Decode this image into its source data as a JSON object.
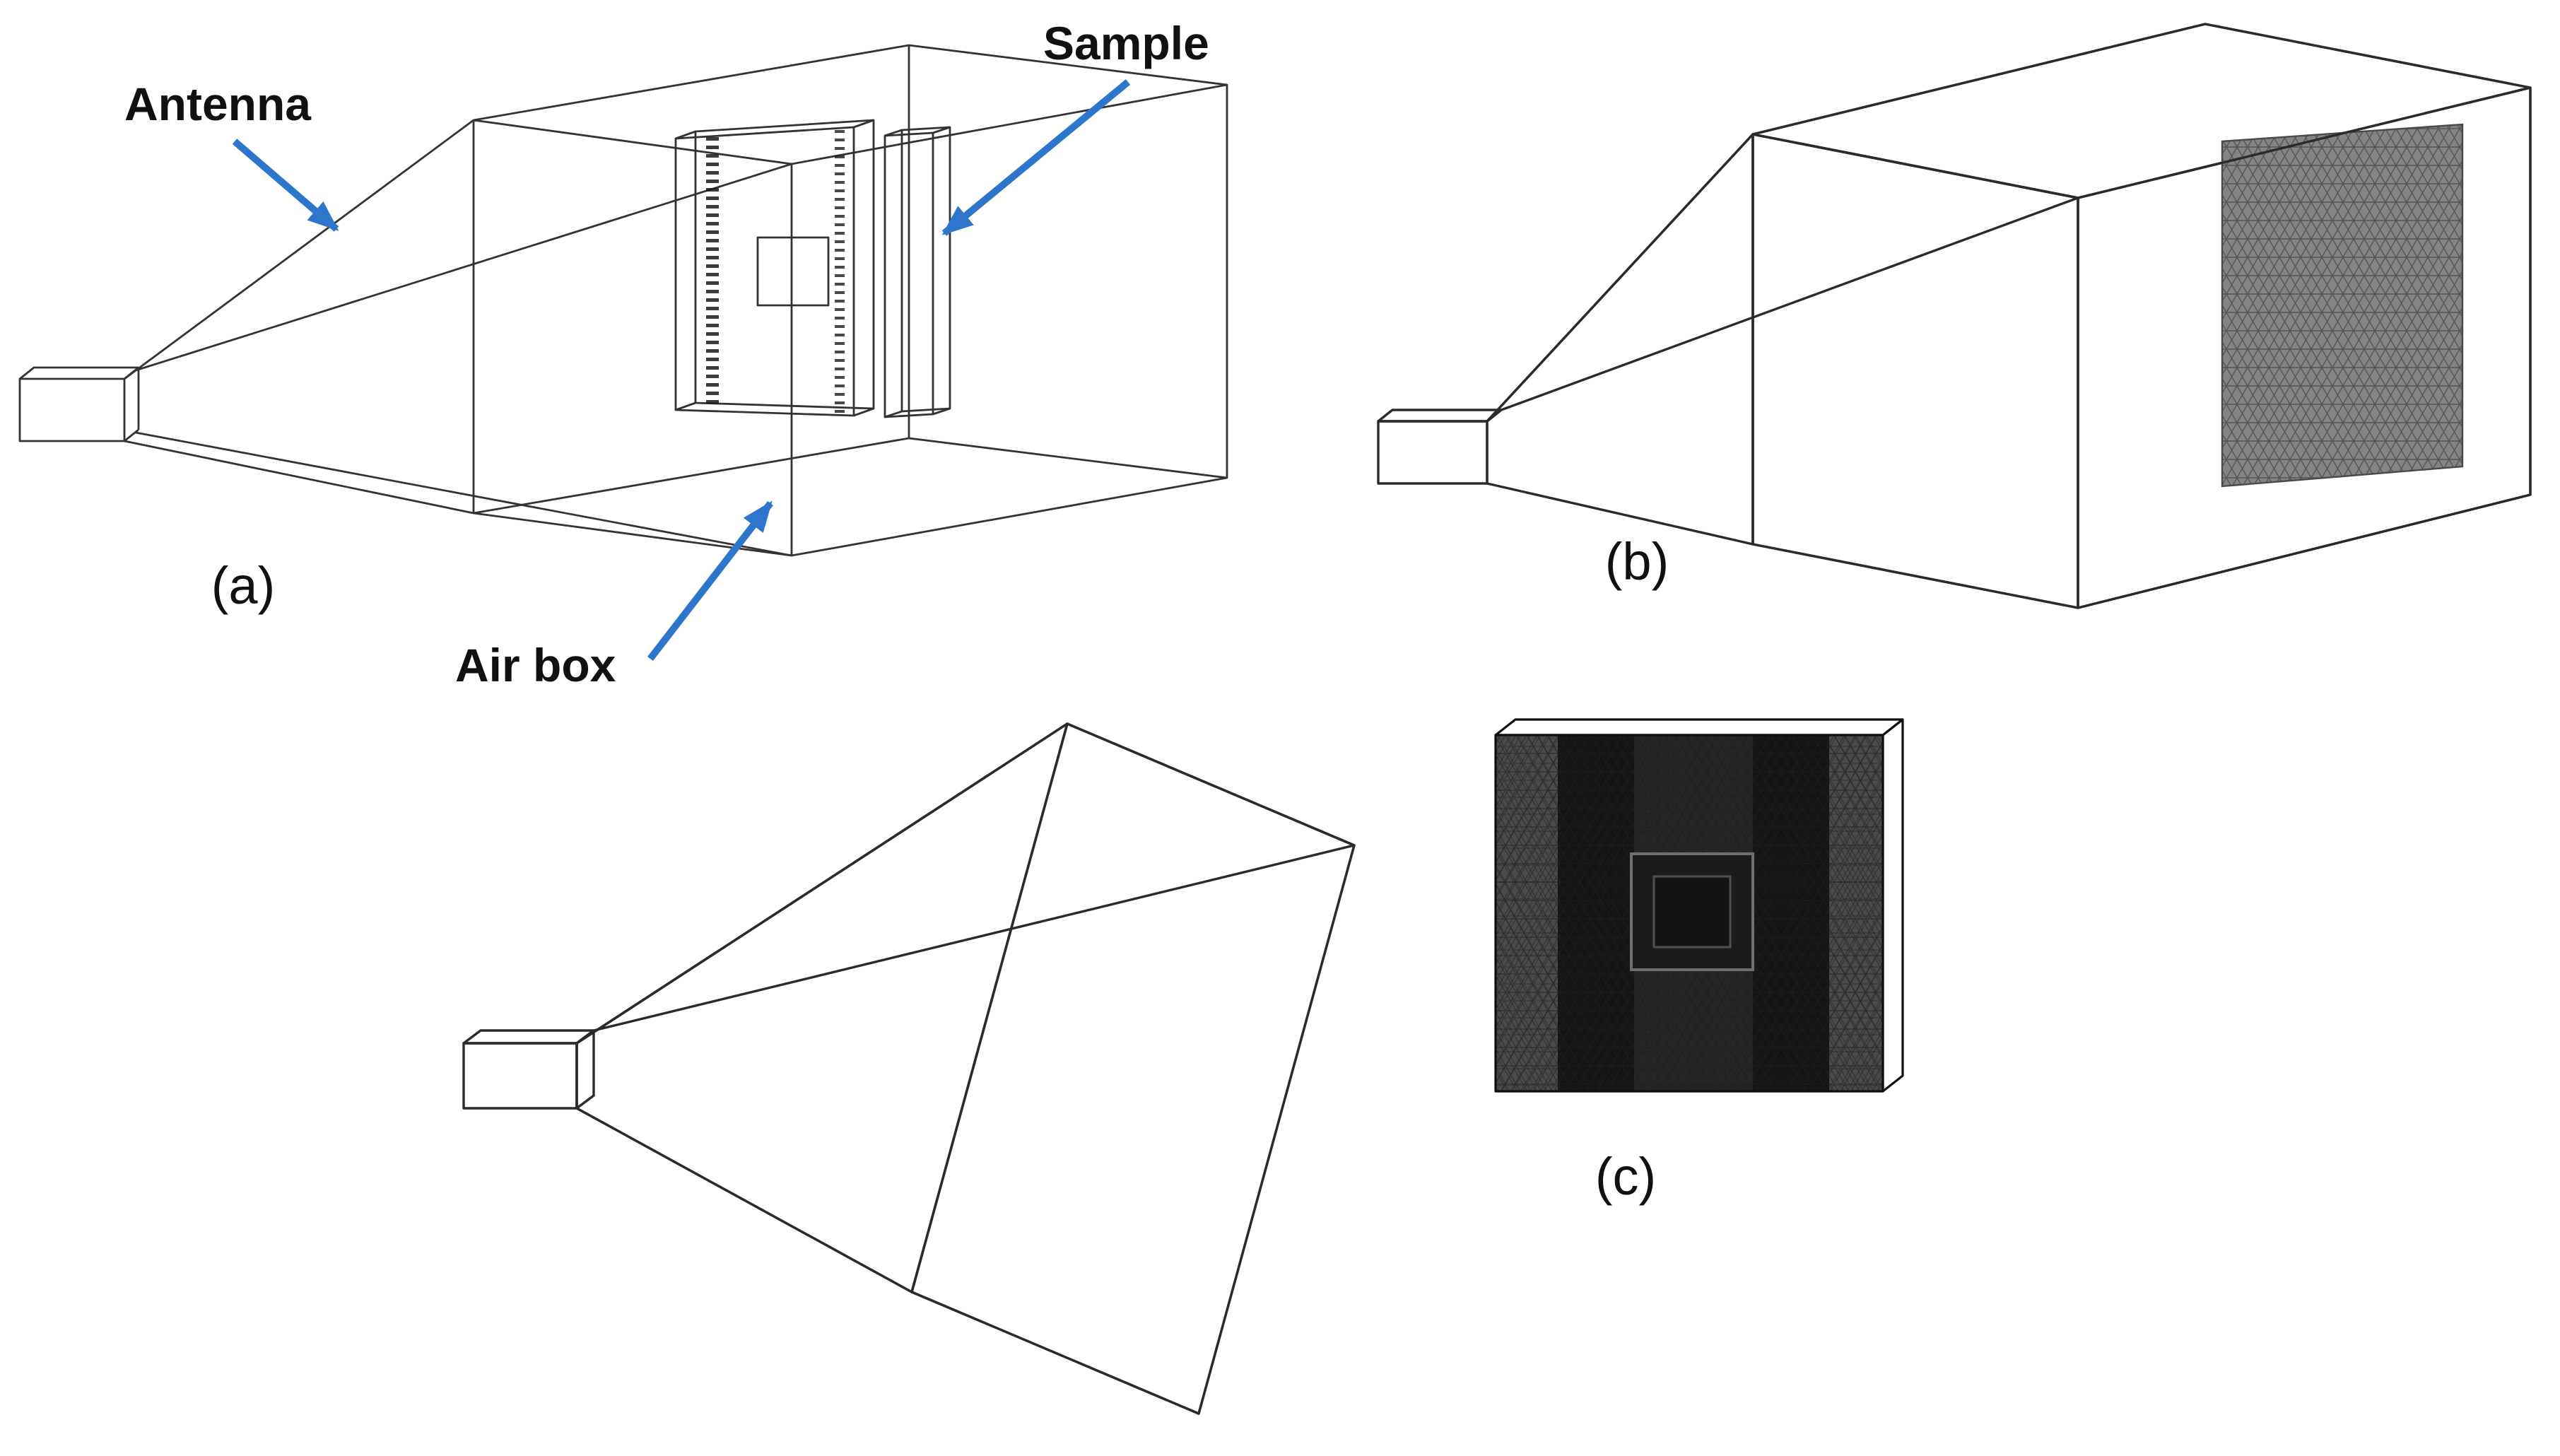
{
  "figure": {
    "background": "#ffffff",
    "labels": {
      "antenna": "Antenna",
      "sample": "Sample",
      "air_box": "Air box",
      "panel_a": "(a)",
      "panel_b": "(b)",
      "panel_c": "(c)"
    },
    "colors": {
      "annotation_arrow_blue": "#2e76cc",
      "annotation_text": "#111111",
      "wireframe_line": "#333333",
      "mesh_fill_light": "#e4e4e4",
      "mesh_fill_mid": "#d3d3d3",
      "mesh_fill_dark": "#676767",
      "mesh_sample_dark": "#3e3e3e",
      "sample_band_dark": "#141414"
    },
    "icons": [
      "antenna-arrow-icon",
      "sample-arrow-icon",
      "airbox-arrow-icon"
    ]
  }
}
